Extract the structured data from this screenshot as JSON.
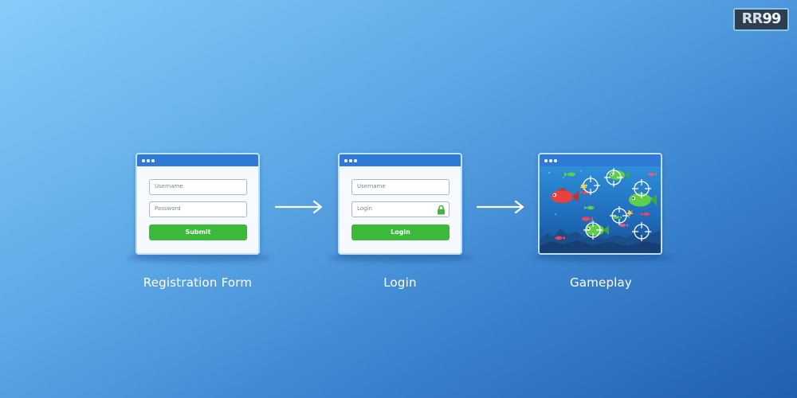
{
  "logo": {
    "text_main": "RR",
    "text_accent": "99"
  },
  "registration": {
    "username_placeholder": "Username",
    "password_placeholder": "Password",
    "submit_label": "Submit",
    "caption": "Registration Form"
  },
  "login": {
    "username_placeholder": "Username",
    "login_field_placeholder": "Login",
    "login_button_label": "Login",
    "caption": "Login"
  },
  "gameplay": {
    "caption": "Gameplay"
  },
  "colors": {
    "window_bar": "#2f7ad6",
    "button_green": "#3cb93a",
    "lock_green": "#3cb93a"
  },
  "icons": [
    "lock-icon",
    "arrow-right-icon",
    "crosshair-icon",
    "fish-icon",
    "window-dot-icon"
  ]
}
